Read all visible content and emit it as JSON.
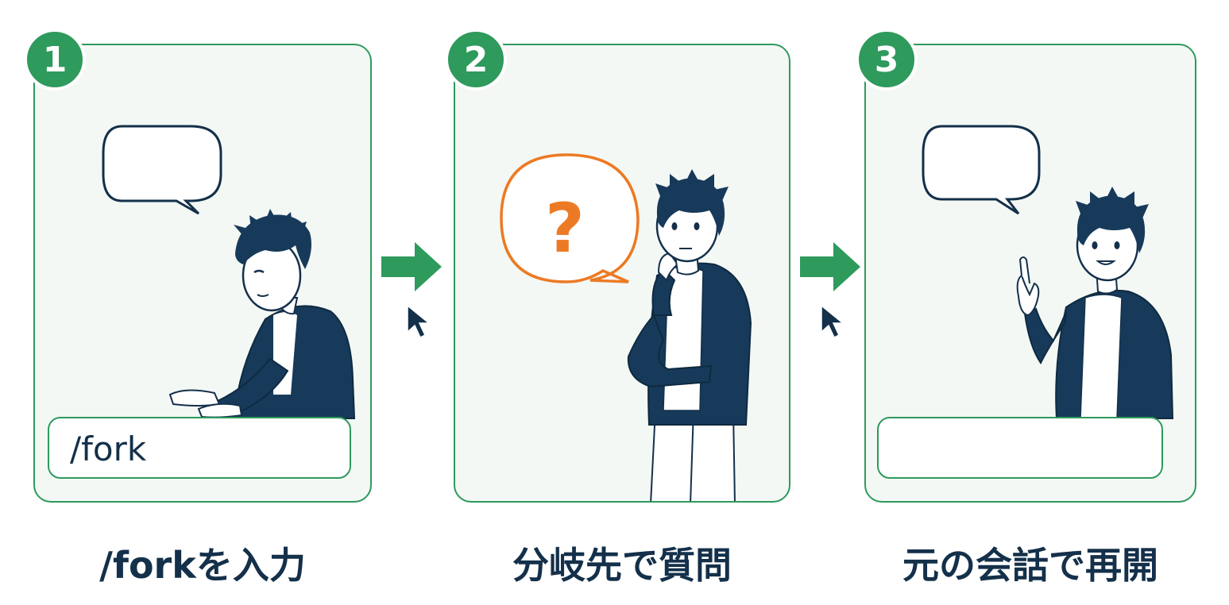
{
  "steps": [
    {
      "number": "1",
      "input_text": "/fork",
      "caption": "/forkを入力",
      "bubble": "empty"
    },
    {
      "number": "2",
      "bubble_text": "?",
      "caption": "分岐先で質問",
      "bubble": "question"
    },
    {
      "number": "3",
      "input_text": "",
      "caption": "元の会話で再開",
      "bubble": "empty"
    }
  ],
  "colors": {
    "accent_green": "#2e9a5c",
    "panel_bg": "#f3f8f5",
    "ink_navy": "#14304a",
    "question_orange": "#ec7a24",
    "jacket": "#173a5a"
  },
  "icons": [
    "right-arrow-icon",
    "mouse-cursor-icon",
    "speech-bubble-icon",
    "question-mark-icon"
  ]
}
